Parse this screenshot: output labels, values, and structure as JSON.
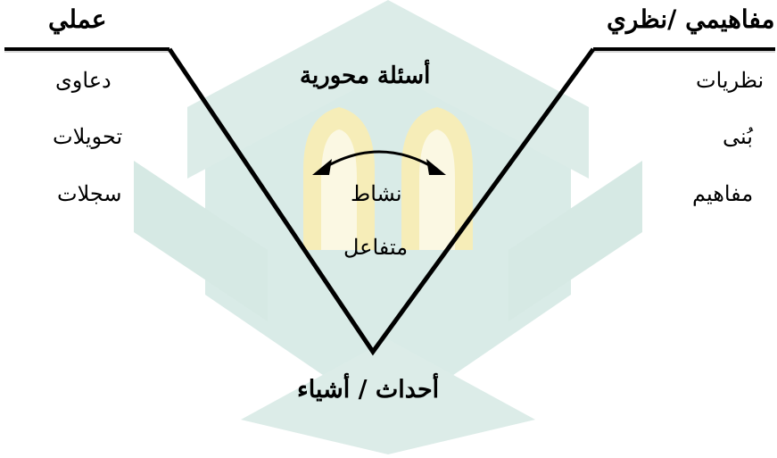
{
  "colors": {
    "line": "#000000",
    "watermark_teal": "#cfe3df",
    "watermark_gold": "#f4e9a8"
  },
  "watermark": {
    "kind": "university logo",
    "icon": "arch-logo-icon"
  },
  "labels": {
    "left_header": "عملي",
    "right_header": "مفاهيمي /نظري",
    "center_header": "أسئلة محورية",
    "bottom": "أحداث / أشياء",
    "center_activity_1": "نشاط",
    "center_activity_2": "متفاعل",
    "left_items": [
      "دعاوى",
      "تحويلات",
      "سجلات"
    ],
    "right_items": [
      "نظريات",
      "بُنى",
      "مفاهيم"
    ]
  }
}
